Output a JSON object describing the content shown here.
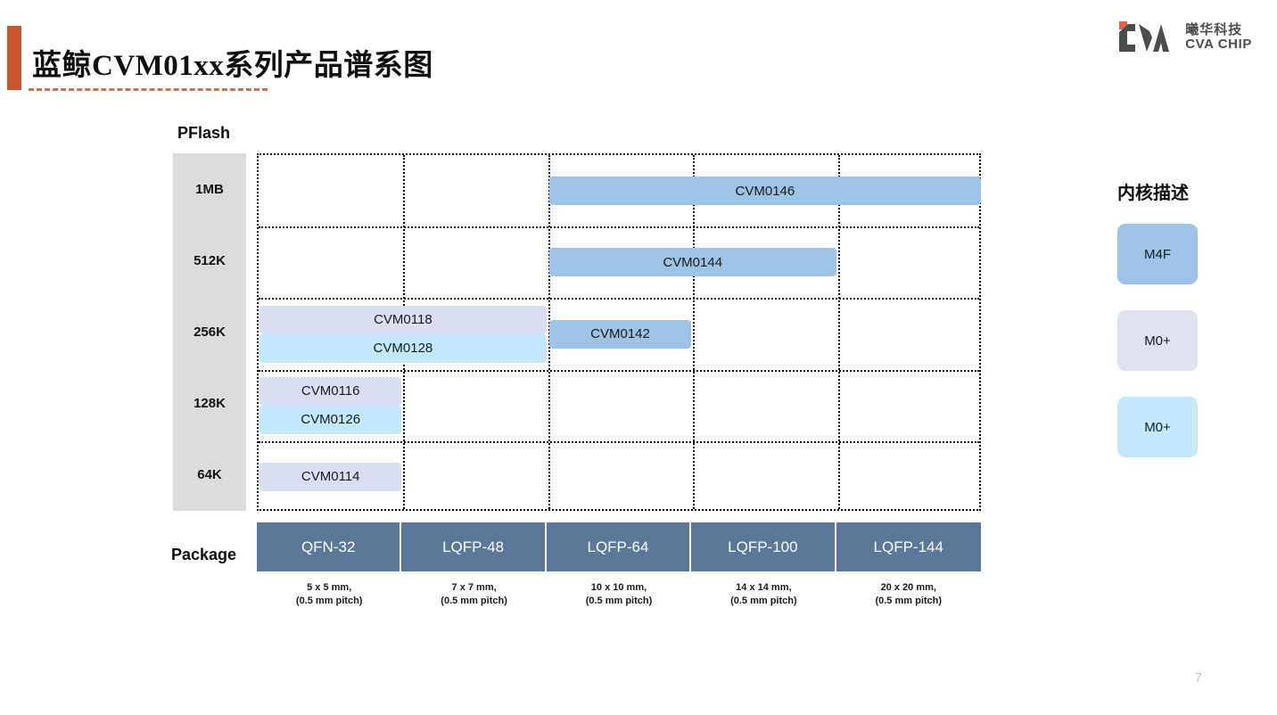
{
  "header": {
    "title": "蓝鲸CVM01xx系列产品谱系图",
    "accent_color": "#c8572e",
    "logo": {
      "chinese": "曦华科技",
      "english": "CVA CHIP",
      "mark_color": "#4d4d4d",
      "mark_accent": "#e8623c"
    }
  },
  "axes": {
    "y_title": "PFlash",
    "x_title": "Package",
    "y_ticks": [
      "1MB",
      "512K",
      "256K",
      "128K",
      "64K"
    ],
    "y_band_color": "#dcdcdc"
  },
  "chart_data": {
    "type": "bar",
    "title": "蓝鲸CVM01xx系列产品谱系图",
    "xlabel": "Package",
    "ylabel": "PFlash",
    "grid": true,
    "orientation": "horizontal",
    "categories": [
      "QFN-32",
      "LQFP-48",
      "LQFP-64",
      "LQFP-100",
      "LQFP-144"
    ],
    "y_categories": [
      "1MB",
      "512K",
      "256K",
      "128K",
      "64K"
    ],
    "legend_position": "right",
    "bars": [
      {
        "label": "CVM0146",
        "flash": "1MB",
        "row": 0,
        "col_start": 2,
        "col_end": 5,
        "core": "M4F",
        "color": "#9dc3e6"
      },
      {
        "label": "CVM0144",
        "flash": "512K",
        "row": 1,
        "col_start": 2,
        "col_end": 4,
        "core": "M4F",
        "color": "#9dc3e6"
      },
      {
        "label": "CVM0118",
        "flash": "256K",
        "row": 2,
        "col_start": 0,
        "col_end": 2,
        "core": "M0+",
        "color": "#d9dff0"
      },
      {
        "label": "CVM0128",
        "flash": "256K",
        "row": 2,
        "col_start": 0,
        "col_end": 2,
        "core": "M0+",
        "color": "#c3e8fb"
      },
      {
        "label": "CVM0142",
        "flash": "256K",
        "row": 2,
        "col_start": 2,
        "col_end": 3,
        "core": "M4F",
        "color": "#9dc3e6"
      },
      {
        "label": "CVM0116",
        "flash": "128K",
        "row": 3,
        "col_start": 0,
        "col_end": 1,
        "core": "M0+",
        "color": "#d9dff0"
      },
      {
        "label": "CVM0126",
        "flash": "128K",
        "row": 3,
        "col_start": 0,
        "col_end": 1,
        "core": "M0+",
        "color": "#c3e8fb"
      },
      {
        "label": "CVM0114",
        "flash": "64K",
        "row": 4,
        "col_start": 0,
        "col_end": 1,
        "core": "M0+",
        "color": "#d9dff0"
      }
    ]
  },
  "packages": [
    {
      "name": "QFN-32",
      "size": "5 x 5 mm,",
      "pitch": "(0.5 mm pitch)"
    },
    {
      "name": "LQFP-48",
      "size": "7 x 7 mm,",
      "pitch": "(0.5 mm pitch)"
    },
    {
      "name": "LQFP-64",
      "size": "10 x 10 mm,",
      "pitch": "(0.5 mm pitch)"
    },
    {
      "name": "LQFP-100",
      "size": "14 x 14 mm,",
      "pitch": "(0.5 mm pitch)"
    },
    {
      "name": "LQFP-144",
      "size": "20 x 20 mm,",
      "pitch": "(0.5 mm pitch)"
    }
  ],
  "legend": {
    "title": "内核描述",
    "items": [
      {
        "label": "M4F",
        "color": "#9dc3e6"
      },
      {
        "label": "M0+",
        "color": "#dde1f0"
      },
      {
        "label": "M0+",
        "color": "#c3e8fb"
      }
    ]
  },
  "footer": {
    "page_number": "7"
  }
}
